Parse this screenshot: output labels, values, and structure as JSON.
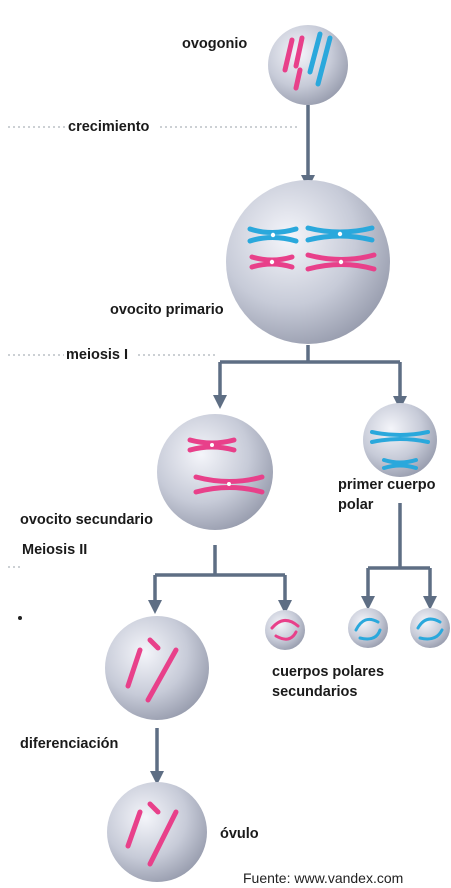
{
  "labels": {
    "ovogonio": "ovogonio",
    "crecimiento": "crecimiento",
    "ovocito_primario": "ovocito primario",
    "meiosis_1": "meiosis I",
    "ovocito_secundario": "ovocito secundario",
    "primer_cuerpo": "primer cuerpo",
    "polar": "polar",
    "meiosis_2": "Meiosis II",
    "cuerpos_polares": "cuerpos polares",
    "secundarios": "secundarios",
    "diferenciacion": "diferenciación",
    "ovulo": "óvulo"
  },
  "source": "Fuente: www.vandex.com",
  "colors": {
    "maternal_chromosome": "#e8408a",
    "paternal_chromosome": "#2aa8dc",
    "cell_body": "#c9ccd8",
    "arrow": "#5e6e84"
  }
}
